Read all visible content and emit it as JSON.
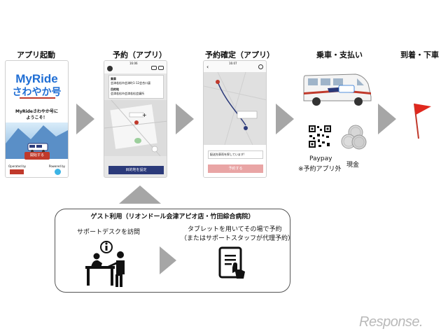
{
  "steps": [
    {
      "label": "アプリ起動"
    },
    {
      "label": "予約（アプリ）"
    },
    {
      "label": "予約確定（アプリ）"
    },
    {
      "label": "乗車・支払い"
    },
    {
      "label": "到着・下車"
    }
  ],
  "phone1": {
    "logo_title": "MyRide",
    "logo_subtitle": "さわやか号",
    "welcome_line1": "MyRideさわやか号に",
    "welcome_line2": "ようこそ！",
    "start_button": "開始する",
    "operated_by": "Operated by",
    "powered_by": "Powered by"
  },
  "phone2": {
    "time": "16:06",
    "pickup_label": "乗車",
    "pickup_value": "会津若松市会津町1-12会合口裏",
    "dropoff_label": "目的地",
    "dropoff_value": "会津若松市会津若松会議所",
    "confirm_button": "目的地を設定"
  },
  "phone3": {
    "time": "16:07",
    "message": "配送先車両を探しています!",
    "reserve_button": "予約する"
  },
  "payment": {
    "paypay_label": "Paypay",
    "paypay_note": "※予約アプリ外",
    "cash_label": "現金"
  },
  "guest": {
    "title": "ゲスト利用（リオンドール会津アピオ店・竹田綜合病院）",
    "support_desk": "サポートデスクを訪問",
    "tablet_line1": "タブレットを用いてその場で予約",
    "tablet_line2": "（またはサポートスタッフが代理予約）"
  },
  "watermark": "Response.",
  "colors": {
    "accent_blue": "#1f6ed4",
    "accent_red": "#c0392b",
    "navy_button": "#2b3a7a",
    "arrow_gray": "#a6a6a6"
  }
}
